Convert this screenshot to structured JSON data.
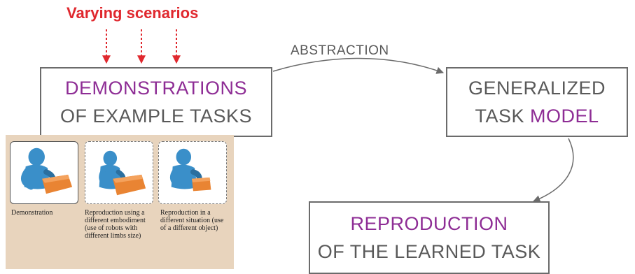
{
  "varying_label": "Varying scenarios",
  "abstraction_label": "ABSTRACTION",
  "demo_box": {
    "line1": "DEMONSTRATIONS",
    "line2": "OF EXAMPLE TASKS"
  },
  "gen_box": {
    "line1": "GENERALIZED",
    "line2_prefix": "TASK ",
    "line2_highlight": "MODEL"
  },
  "repro_box": {
    "line1": "REPRODUCTION",
    "line2": "OF THE LEARNED TASK"
  },
  "scenarios": [
    {
      "caption": "Demonstration"
    },
    {
      "caption": "Reproduction using a different embodiment (use of robots with different limbs size)"
    },
    {
      "caption": "Reproduction in a different situation (use of a different object)"
    }
  ],
  "colors": {
    "highlight": "#8e2d95",
    "varying": "#e0282e",
    "text": "#595959",
    "robot": "#3a8fc9",
    "box": "#e98433",
    "panel": "#e8d4bd"
  }
}
